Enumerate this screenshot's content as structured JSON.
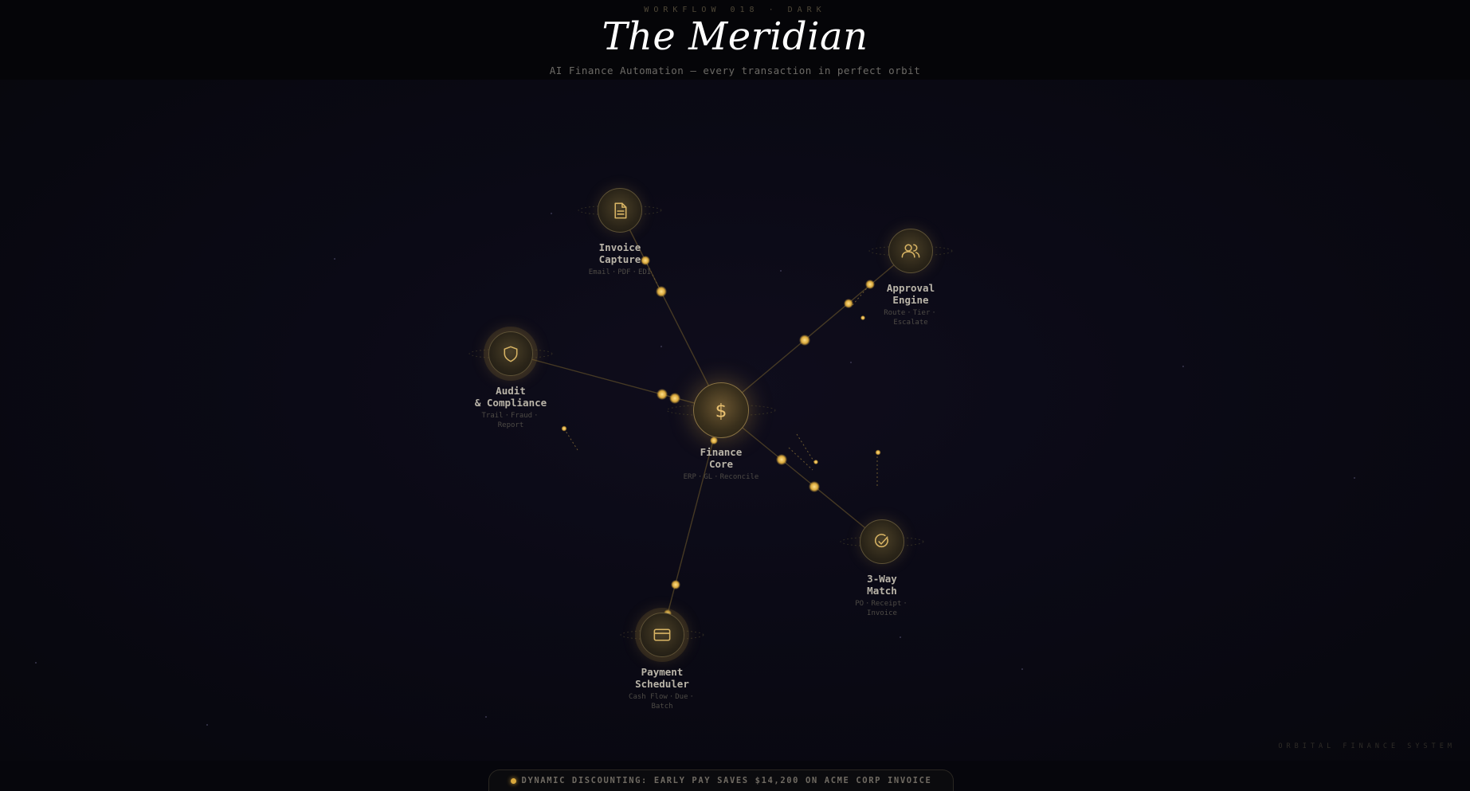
{
  "header": {
    "eyebrow": "WORKFLOW 018 · DARK",
    "title": "The Meridian",
    "subtitle": "AI Finance Automation — every transaction in perfect orbit"
  },
  "nodes": {
    "invoice": {
      "name": "Invoice\nCapture",
      "tags": [
        "Email",
        "PDF",
        "EDI"
      ],
      "icon": "document-icon"
    },
    "approval": {
      "name": "Approval\nEngine",
      "tags": [
        "Route",
        "Tier",
        "Escalate"
      ],
      "icon": "users-icon"
    },
    "audit": {
      "name": "Audit\n& Compliance",
      "tags": [
        "Trail",
        "Fraud",
        "Report"
      ],
      "icon": "shield-icon"
    },
    "core": {
      "name": "Finance\nCore",
      "tags": [
        "ERP",
        "GL",
        "Reconcile"
      ],
      "icon": "dollar-icon"
    },
    "match": {
      "name": "3-Way\nMatch",
      "tags": [
        "PO",
        "Receipt",
        "Invoice"
      ],
      "icon": "check-circle-icon"
    },
    "payment": {
      "name": "Payment\nScheduler",
      "tags": [
        "Cash Flow",
        "Due",
        "Batch"
      ],
      "icon": "card-icon"
    }
  },
  "corner_label": "ORBITAL FINANCE SYSTEM",
  "banner": {
    "text": "DYNAMIC DISCOUNTING: EARLY PAY SAVES $14,200 ON ACME CORP INVOICE"
  },
  "colors": {
    "accent": "#e0b040",
    "node_ring": "#5e5236",
    "background": "#07070d"
  }
}
